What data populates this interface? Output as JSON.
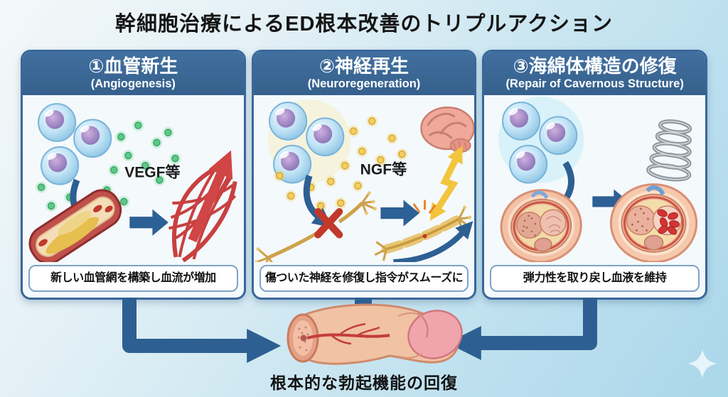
{
  "title": "幹細胞治療によるED根本改善のトリプルアクション",
  "panels": [
    {
      "heading": "①血管新生",
      "subheading": "(Angiogenesis)",
      "factor_label": "VEGF等",
      "caption": "新しい血管網を構築し血流が増加"
    },
    {
      "heading": "②神経再生",
      "subheading": "(Neuroregeneration)",
      "factor_label": "NGF等",
      "caption": "傷ついた神経を修復し指令がスムーズに"
    },
    {
      "heading": "③海綿体構造の修復",
      "subheading": "(Repair of Cavernous Structure)",
      "caption": "弾力性を取り戻し血液を維持"
    }
  ],
  "footer": {
    "caption": "根本的な勃起機能の回復"
  },
  "colors": {
    "background_top": "#f4f8f9",
    "background_bottom": "#aad7ea",
    "panel_header": "#35608c",
    "panel_border": "#3a679a",
    "panel_body": "#f4f9fc",
    "arrow_blue": "#2d5f92",
    "title_text": "#141414",
    "vegf_dot_green": "#5ec888",
    "ngf_dot_yellow": "#f2cf62",
    "vessel_red": "#c0504c",
    "network_red": "#c84040",
    "brain_pink": "#efa89a",
    "bolt_yellow": "#f3c53d",
    "spring_gray": "#8f969c",
    "skin_pink": "#f1c2a4"
  },
  "icons": {
    "sparkle": "✦"
  }
}
